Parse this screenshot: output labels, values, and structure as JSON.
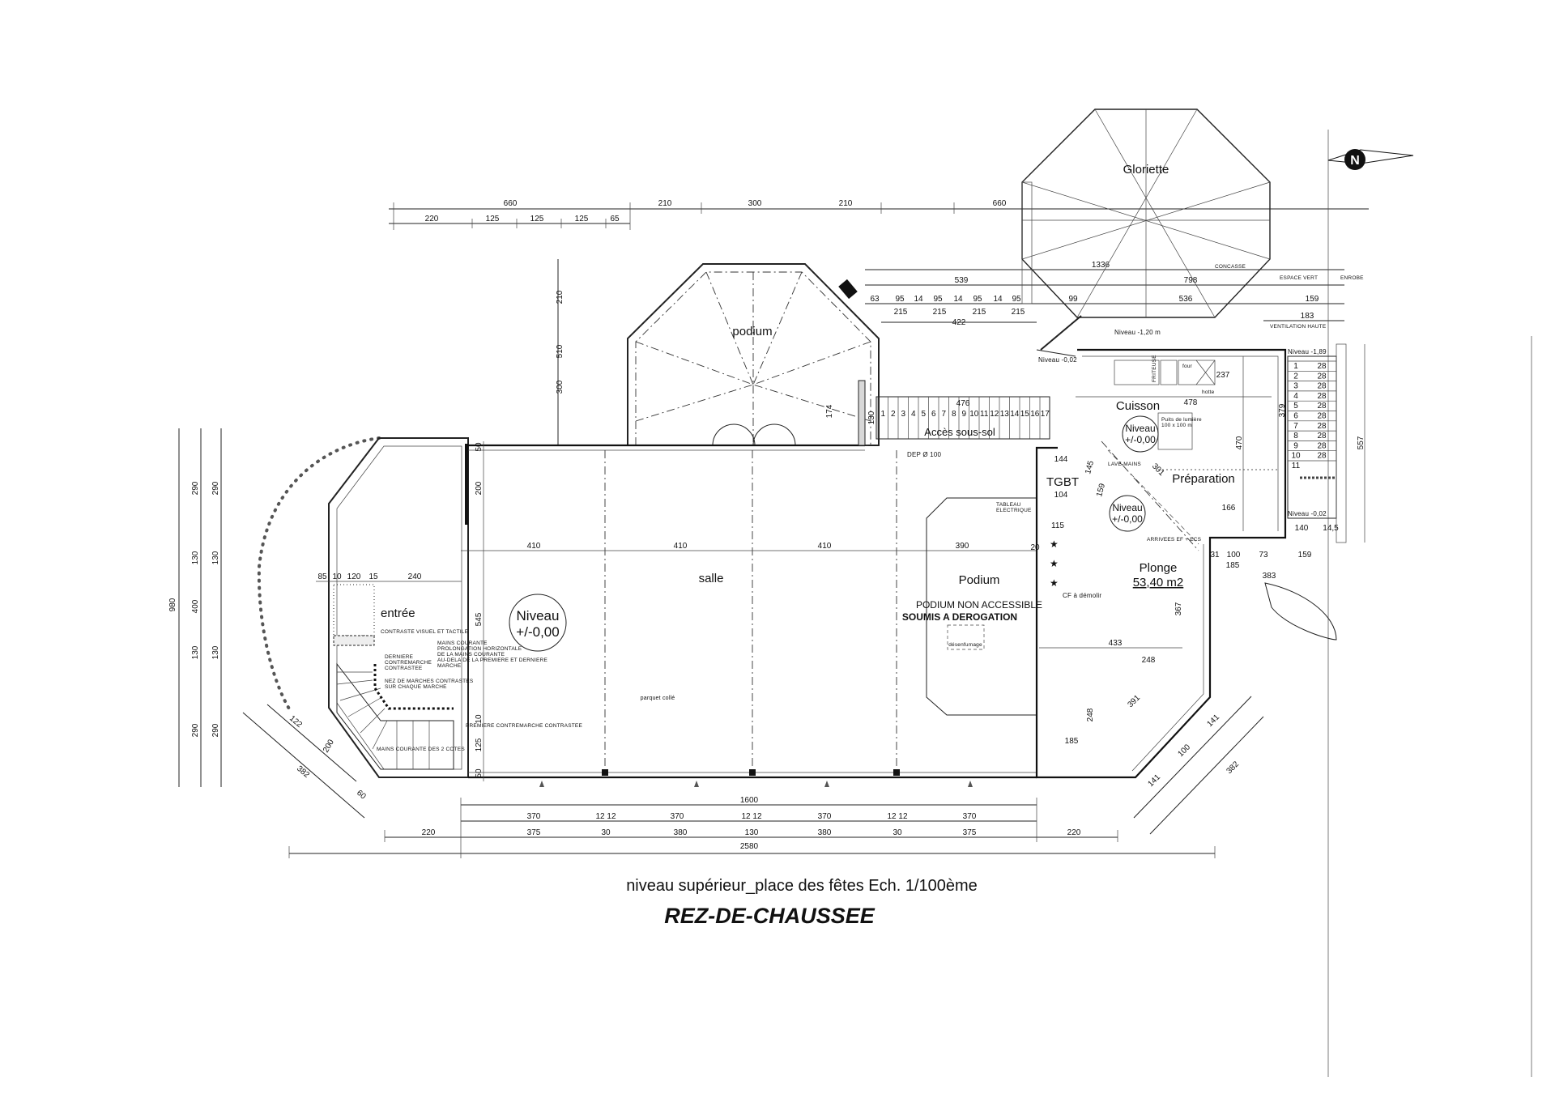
{
  "title": {
    "subtitle": "niveau supérieur_place des fêtes Ech. 1/100ème",
    "main": "REZ-DE-CHAUSSEE"
  },
  "rooms": {
    "gloriette": "Gloriette",
    "podium_top": "podium",
    "salle": "salle",
    "podium": "Podium",
    "entree": "entrée",
    "cuisson": "Cuisson",
    "preparation": "Préparation",
    "plonge": "Plonge",
    "plonge_area": "53,40 m2",
    "tgbt": "TGBT",
    "acces": "Accès sous-sol",
    "floor": "parquet collé"
  },
  "levels": {
    "hall": [
      "Niveau",
      "+/-0,00"
    ],
    "cuisson": [
      "Niveau",
      "+/-0,00"
    ],
    "plonge": [
      "Niveau",
      "+/-0,00"
    ],
    "ext": "Niveau -1,20 m",
    "left": "Niveau -0,02",
    "stair_top": "Niveau -1,89",
    "stair_bottom": "Niveau -0,02"
  },
  "notes": {
    "podium1": "PODIUM NON ACCESSIBLE",
    "podium2": "SOUMIS A DEROGATION",
    "smoke": "désenfumage",
    "cf": "CF à démolir",
    "contrast": "CONTRASTE VISUEL ET TACTILE",
    "handrail": [
      "MAINS COURANTE",
      "PROLONGATION HORIZONTALE",
      "DE LA MAINS COURANTE",
      "AU-DELA DE LA PREMIERE ET DERNIERE",
      "MARCHE"
    ],
    "last_riser": [
      "DERNIERE",
      "CONTREMARCHE",
      "CONTRASTEE"
    ],
    "nosing": [
      "NEZ DE MARCHES CONTRASTES",
      "SUR CHAQUE MARCHE"
    ],
    "first_riser": "PREMIERE CONTREMARCHE CONTRASTEE",
    "both_sides": "MAINS COURANTE DES 2 COTES",
    "dep": "DEP Ø 100",
    "lave_mains": "LAVE-MAINS",
    "tableau": [
      "TABLEAU",
      "ELECTRIQUE"
    ],
    "concasse": "CONCASSE",
    "espace_vert": "ESPACE VERT",
    "enrobe": "ENROBE",
    "friteuse": "FRITEUSE",
    "four": "four",
    "hotte": "hotte",
    "puits": [
      "Puits de lumière",
      "100 x 100 m"
    ],
    "arrivees": "ARRIVEES EF + ECS",
    "ventilation": "VENTILATION HAUTE",
    "compass": "N"
  },
  "dimensions": {
    "top_row1": [
      "660",
      "210",
      "300",
      "210",
      "660"
    ],
    "top_row2": [
      "220",
      "125",
      "125",
      "125",
      "65"
    ],
    "top_right": [
      "1336",
      "798",
      "539",
      "536",
      "99",
      "159",
      "183",
      "63",
      "422"
    ],
    "podium_steps": [
      "95",
      "95",
      "95",
      "95",
      "215",
      "215",
      "215",
      "215",
      "14",
      "14",
      "14"
    ],
    "vertical_top": [
      "210",
      "510",
      "300",
      "174"
    ],
    "left": [
      "980",
      "290",
      "130",
      "400",
      "130",
      "290",
      "290",
      "130",
      "130",
      "290"
    ],
    "entry": [
      "85",
      "10",
      "120",
      "15",
      "240"
    ],
    "hall": [
      "410",
      "410",
      "410",
      "390",
      "200",
      "545",
      "10",
      "125",
      "50",
      "50"
    ],
    "bottom_total": "1600",
    "bottom_row1": [
      "370",
      "370",
      "370",
      "370",
      "12 12",
      "12 12",
      "12 12"
    ],
    "bottom_row2": [
      "220",
      "375",
      "380",
      "380",
      "375",
      "220",
      "30",
      "130",
      "30"
    ],
    "bottom_overall": "2580",
    "diag_left": [
      "122",
      "382",
      "200",
      "60"
    ],
    "diag_right": [
      "141",
      "100",
      "141",
      "382"
    ],
    "kitchen": [
      "478",
      "470",
      "557",
      "379",
      "433",
      "248",
      "248",
      "185",
      "115",
      "144",
      "104",
      "145",
      "159",
      "166",
      "140",
      "14,5",
      "159",
      "185",
      "100",
      "31",
      "73",
      "383",
      "301",
      "367",
      "391",
      "237",
      "20",
      "476",
      "130"
    ]
  },
  "stairs": {
    "basement_steps": [
      "1",
      "2",
      "3",
      "4",
      "5",
      "6",
      "7",
      "8",
      "9",
      "10",
      "11",
      "12",
      "13",
      "14",
      "15",
      "16",
      "17"
    ],
    "right_steps": [
      "1",
      "2",
      "3",
      "4",
      "5",
      "6",
      "7",
      "8",
      "9",
      "10",
      "11"
    ],
    "riser": "28"
  }
}
